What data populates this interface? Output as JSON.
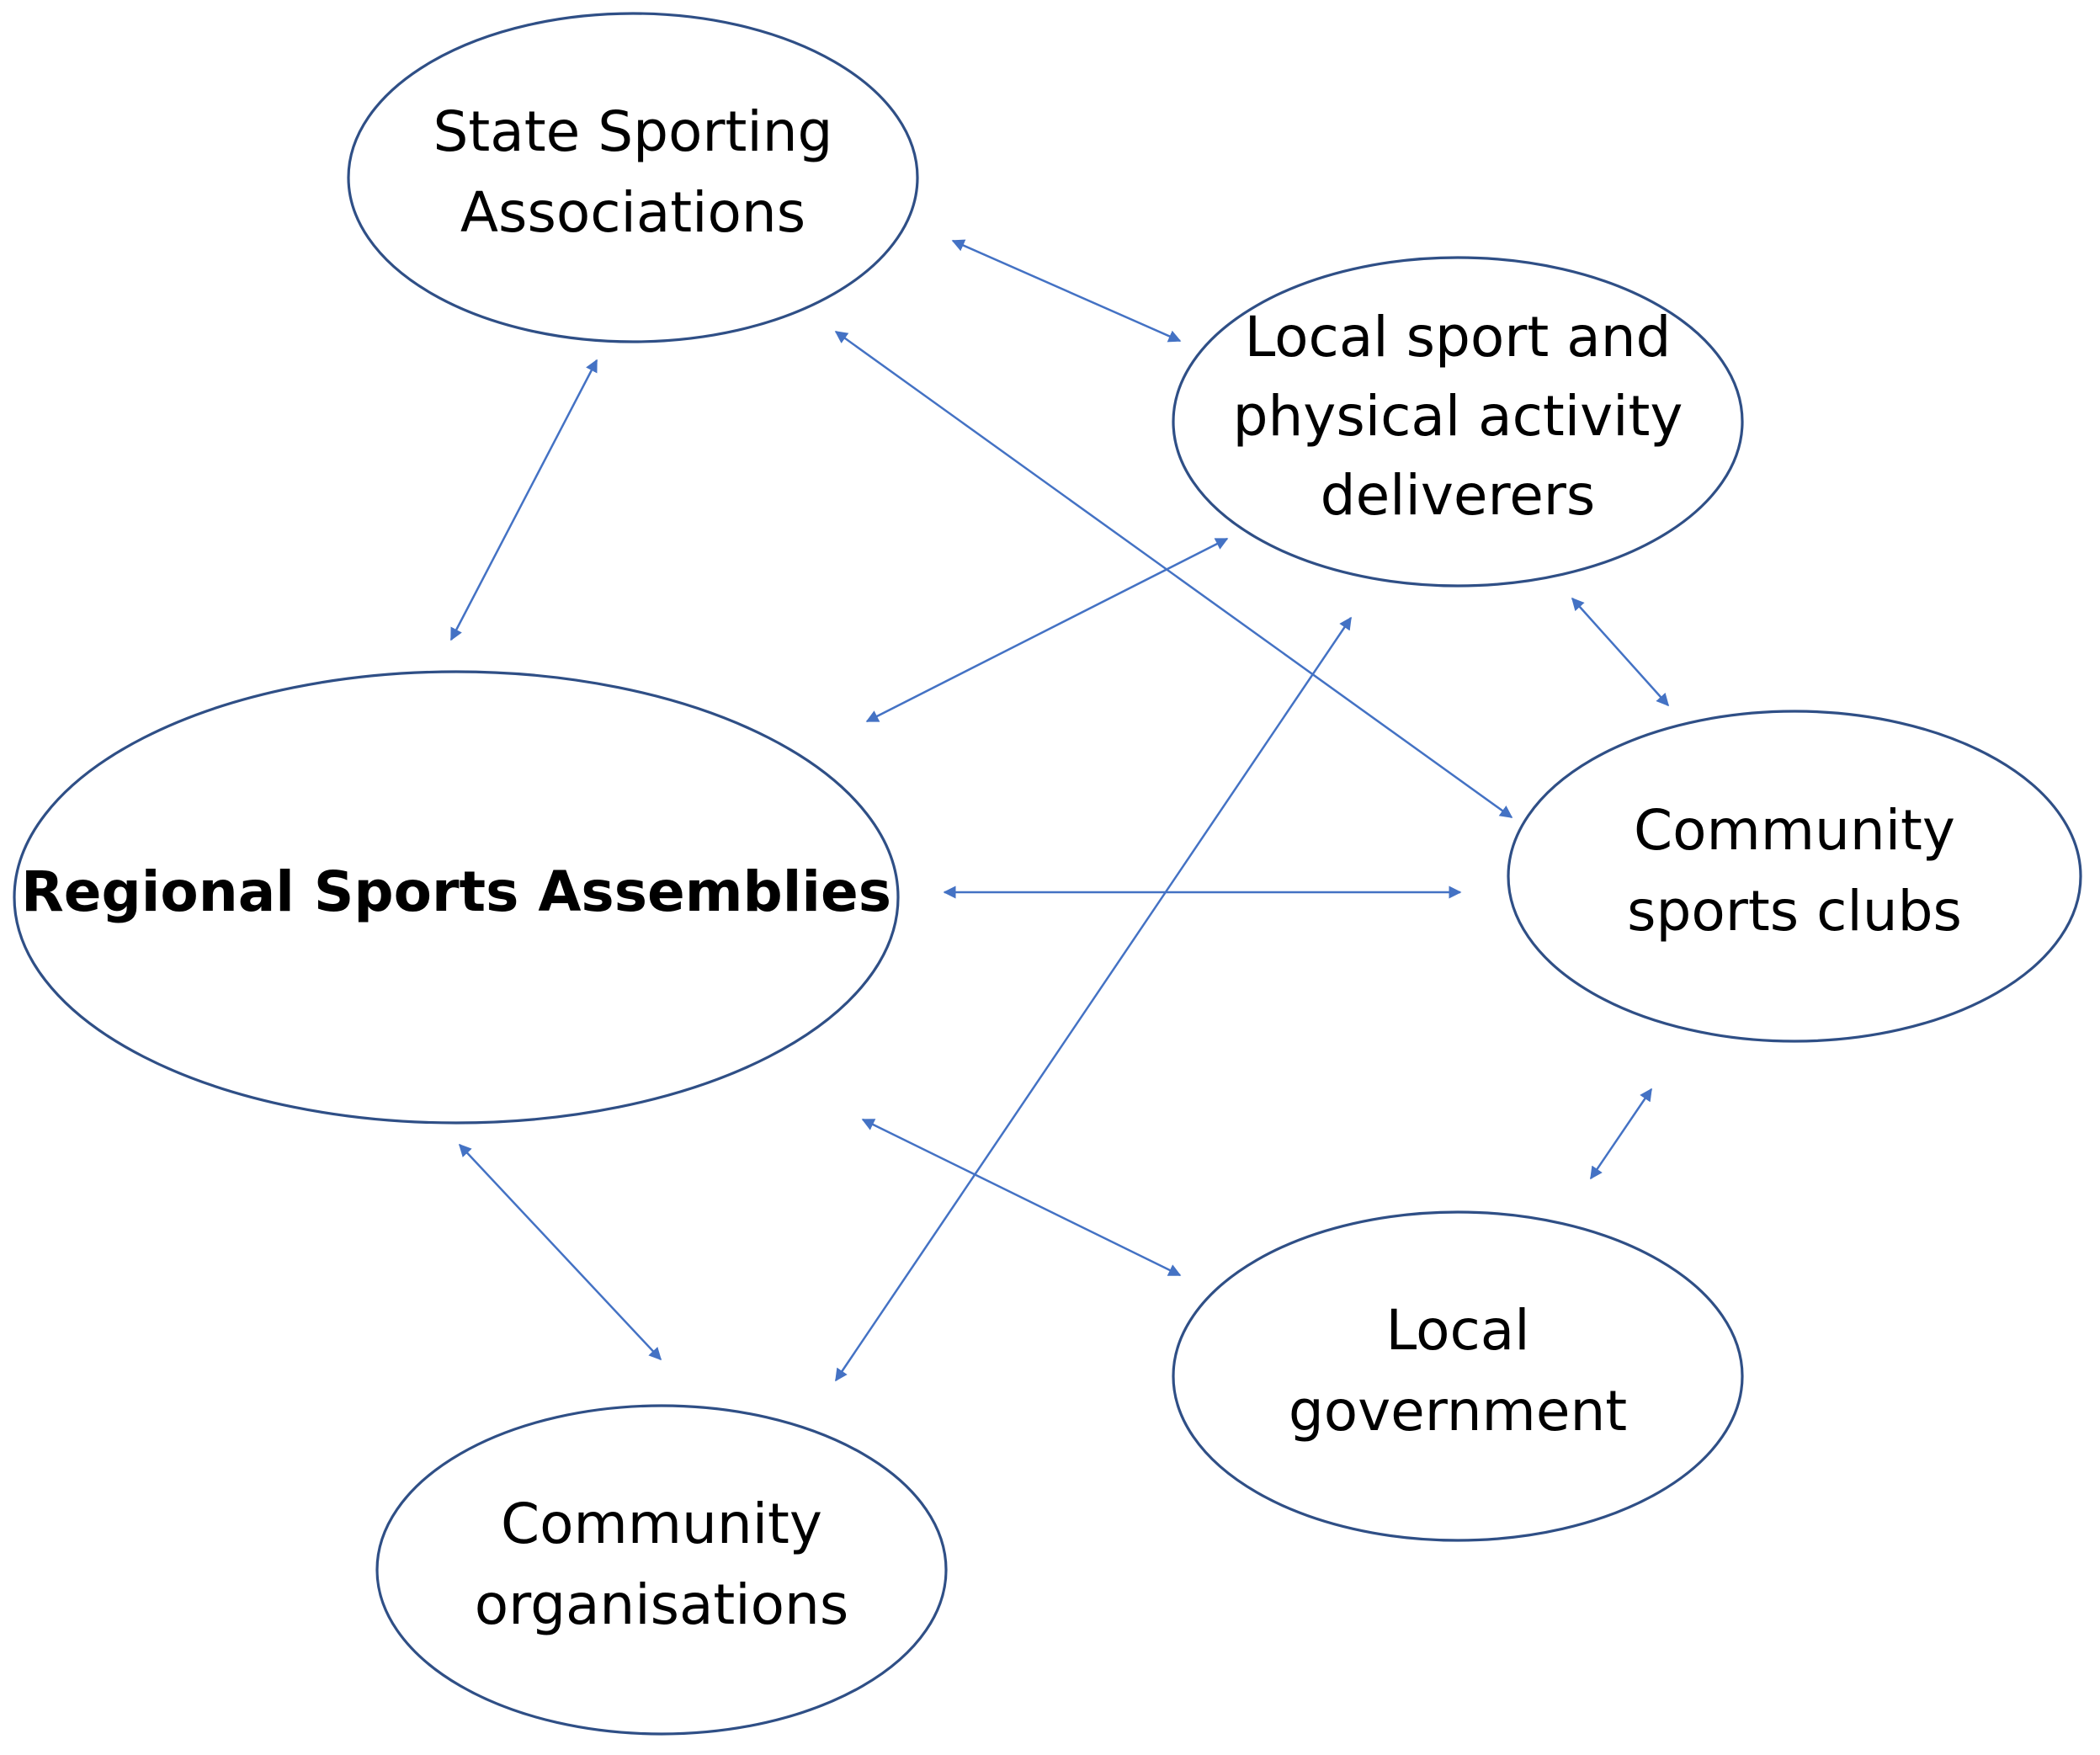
{
  "diagram": {
    "nodes": [
      {
        "id": "state",
        "lines": [
          "State Sporting",
          "Associations"
        ],
        "bold": false
      },
      {
        "id": "local-delivery",
        "lines": [
          "Local sport and",
          "physical activity",
          "deliverers"
        ],
        "bold": false
      },
      {
        "id": "regional",
        "lines": [
          "Regional Sports Assemblies"
        ],
        "bold": true
      },
      {
        "id": "clubs",
        "lines": [
          "Community",
          "sports clubs"
        ],
        "bold": false
      },
      {
        "id": "local-gov",
        "lines": [
          "Local",
          "government"
        ],
        "bold": false
      },
      {
        "id": "community-org",
        "lines": [
          "Community",
          "organisations"
        ],
        "bold": false
      }
    ],
    "edges": [
      {
        "from": "state",
        "to": "local-delivery",
        "bidirectional": true
      },
      {
        "from": "state",
        "to": "regional",
        "bidirectional": true
      },
      {
        "from": "state",
        "to": "clubs",
        "bidirectional": true
      },
      {
        "from": "regional",
        "to": "local-delivery",
        "bidirectional": true
      },
      {
        "from": "regional",
        "to": "clubs",
        "bidirectional": true
      },
      {
        "from": "regional",
        "to": "community-org",
        "bidirectional": true
      },
      {
        "from": "regional",
        "to": "local-gov",
        "bidirectional": true
      },
      {
        "from": "local-delivery",
        "to": "clubs",
        "bidirectional": true
      },
      {
        "from": "community-org",
        "to": "local-delivery",
        "bidirectional": true
      },
      {
        "from": "local-gov",
        "to": "clubs",
        "bidirectional": true
      }
    ],
    "colors": {
      "outline": "#2f4f86",
      "connector": "#4472c4",
      "text": "#000000"
    }
  }
}
